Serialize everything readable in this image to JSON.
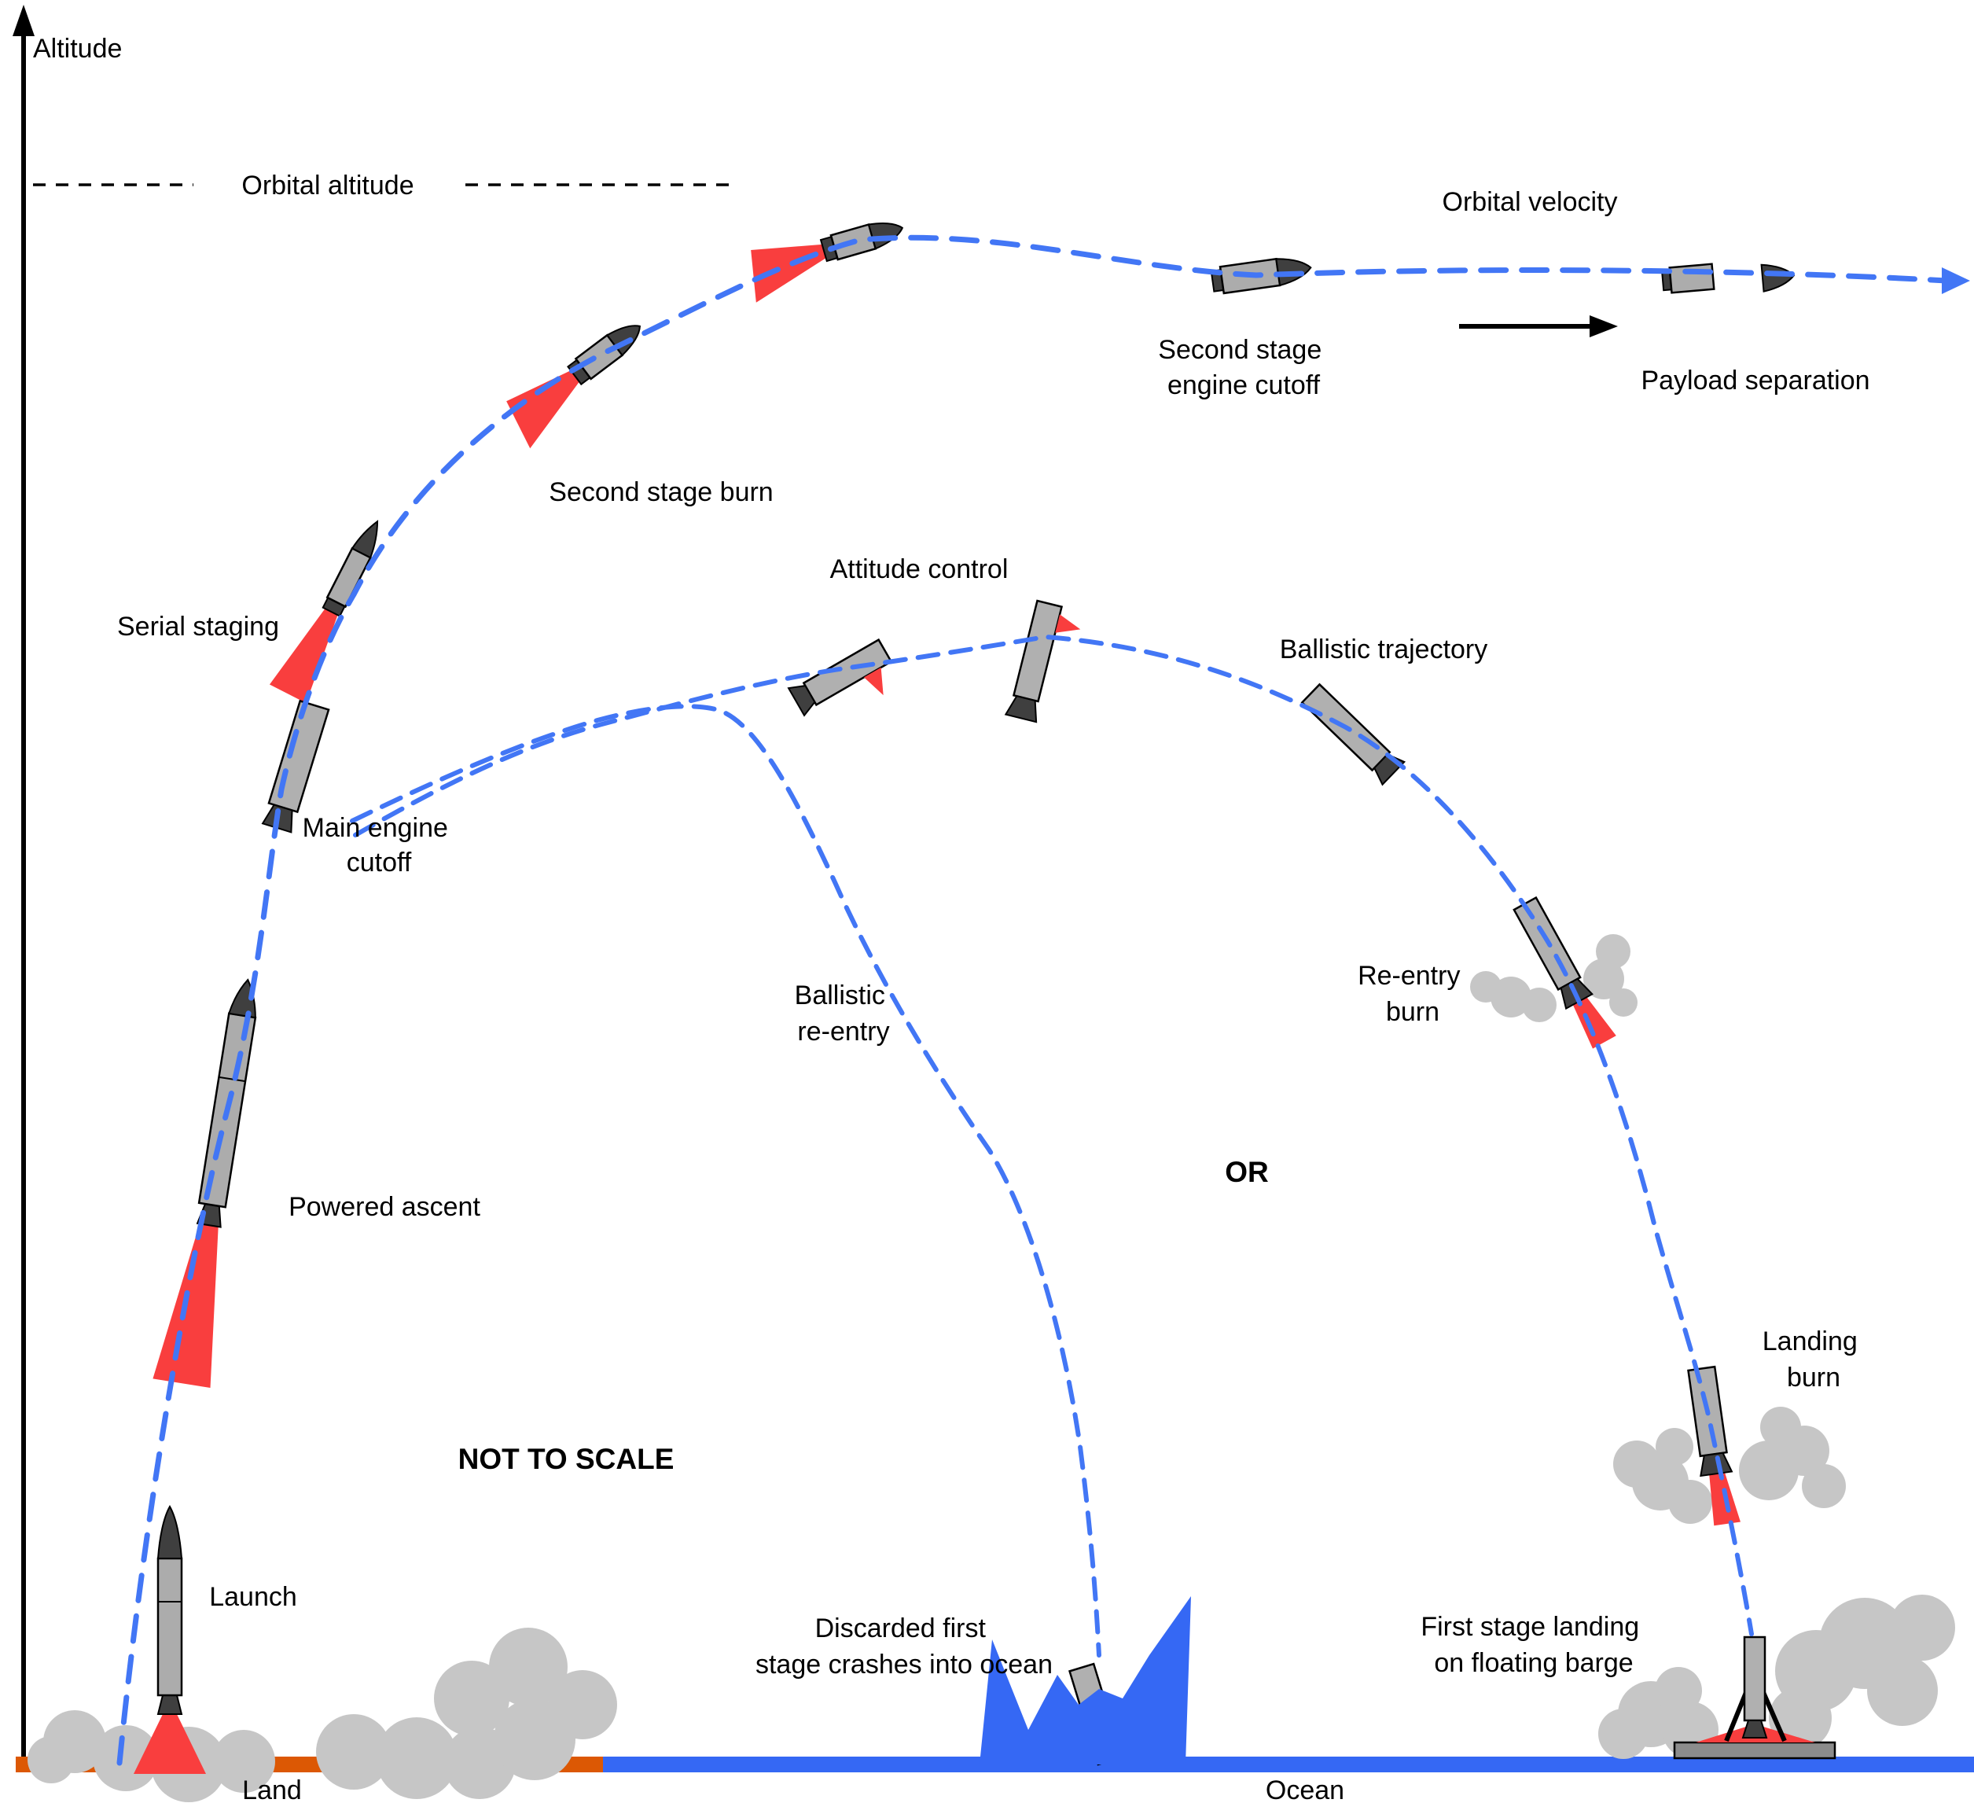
{
  "colors": {
    "trajectory_blue": "#4276F5",
    "flame_red": "#F93E3E",
    "rocket_gray": "#ACACAC",
    "rocket_dark": "#3F3F3F",
    "smoke_gray": "#C6C6C6",
    "land_orange": "#DC5804",
    "ocean_blue": "#3568F4",
    "barge_gray": "#8C8C8C",
    "text_black": "#000000"
  },
  "axis": {
    "altitude_label": "Altitude",
    "orbital_altitude_label": "Orbital altitude"
  },
  "ground": {
    "land_label": "Land",
    "ocean_label": "Ocean"
  },
  "notes": {
    "not_to_scale": "NOT TO SCALE",
    "or_label": "OR"
  },
  "stages": {
    "launch": "Launch",
    "powered_ascent": "Powered ascent",
    "serial_staging": "Serial staging",
    "main_engine_cutoff": {
      "line1": "Main engine",
      "line2": "cutoff"
    },
    "second_stage_burn": "Second stage burn",
    "second_stage_engine_cutoff": {
      "line1": "Second stage",
      "line2": "engine cutoff"
    },
    "orbital_velocity": "Orbital velocity",
    "payload_separation": "Payload separation",
    "attitude_control": "Attitude control",
    "ballistic_trajectory": "Ballistic trajectory",
    "ballistic_reentry": {
      "line1": "Ballistic",
      "line2": "re-entry"
    },
    "reentry_burn": {
      "line1": "Re-entry",
      "line2": "burn"
    },
    "landing_burn": {
      "line1": "Landing",
      "line2": "burn"
    },
    "first_stage_landing": {
      "line1": "First stage landing",
      "line2": "on floating barge"
    },
    "discarded_first_stage": {
      "line1": "Discarded first",
      "line2": "stage crashes into ocean"
    }
  }
}
